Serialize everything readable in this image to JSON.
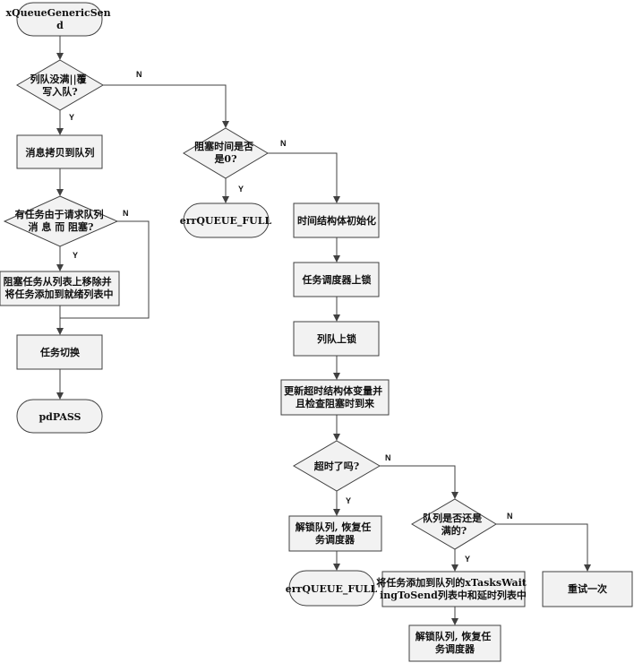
{
  "nodes": {
    "start": [
      "xQueueGenericSen",
      "d"
    ],
    "q1": [
      "列队没满||覆",
      "写入队?"
    ],
    "copy": [
      "消息拷贝到队列"
    ],
    "q2": [
      "有任务由于请求队列",
      "消 息 而 阻塞?"
    ],
    "remove": [
      "阻塞任务从列表上移除并",
      "将任务添加到就绪列表中"
    ],
    "switch": [
      "任务切换"
    ],
    "pdpass": [
      "pdPASS"
    ],
    "q3": [
      "阻塞时间是否",
      "是0?"
    ],
    "errfull1": [
      "errQUEUE_FULL"
    ],
    "timeinit": [
      "时间结构体初始化"
    ],
    "schedlock": [
      "任务调度器上锁"
    ],
    "queuelock": [
      "列队上锁"
    ],
    "update": [
      "更新超时结构体变量并",
      "且检查阻塞时到来"
    ],
    "q4": [
      "超时了吗?"
    ],
    "unlock1": [
      "解锁队列, 恢复任",
      "务调度器"
    ],
    "errfull2": [
      "errQUEUE_FULL"
    ],
    "q5": [
      "队列是否还是",
      "满的?"
    ],
    "addwait": [
      "将任务添加到队列的xTasksWait",
      "ingToSend列表中和延时列表中"
    ],
    "retry": [
      "重试一次"
    ],
    "unlock2": [
      "解锁队列, 恢复任",
      "务调度器"
    ]
  },
  "edge_labels": {
    "q1_no": "N",
    "q1_yes": "Y",
    "q2_no": "N",
    "q2_yes": "Y",
    "q3_no": "N",
    "q3_yes": "Y",
    "q4_no": "N",
    "q4_yes": "Y",
    "q5_no": "N",
    "q5_yes": "Y"
  }
}
